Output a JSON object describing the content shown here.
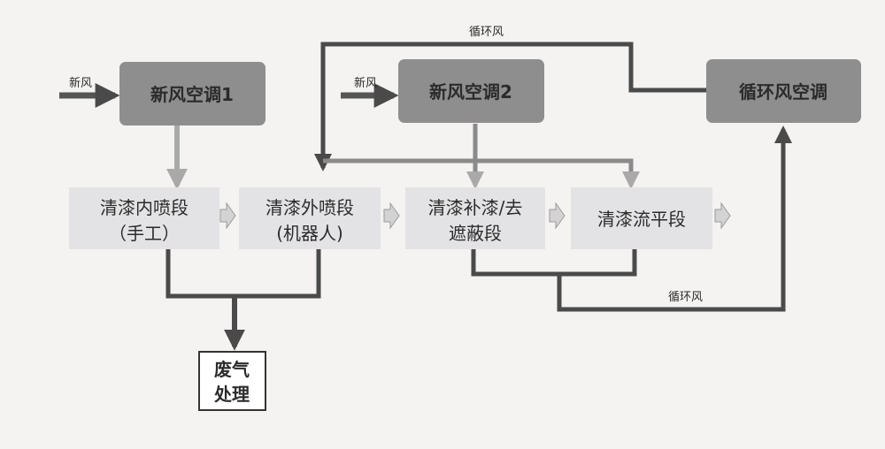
{
  "nodes": {
    "fresh_ac_1": {
      "label": "新风空调1"
    },
    "fresh_ac_2": {
      "label": "新风空调2"
    },
    "recirc_ac": {
      "label": "循环风空调"
    },
    "inner_spray": {
      "line1": "清漆内喷段",
      "line2": "（手工）"
    },
    "outer_spray": {
      "line1": "清漆外喷段",
      "line2": "(机器人)"
    },
    "touchup": {
      "line1": "清漆补漆/去",
      "line2": "遮蔽段"
    },
    "flash_off": {
      "label": "清漆流平段"
    },
    "exhaust": {
      "line1": "废气",
      "line2": "处理"
    }
  },
  "edge_labels": {
    "fresh_air_1": "新风",
    "fresh_air_2": "新风",
    "recirc_top": "循环风",
    "recirc_bottom": "循环风"
  },
  "colors": {
    "ac_box": "#8e8e8e",
    "stage_box": "#e3e3e5",
    "line": "#4a4a4a",
    "supply_line": "#a9a9a9",
    "process_arrow": "#c9c9c9"
  }
}
